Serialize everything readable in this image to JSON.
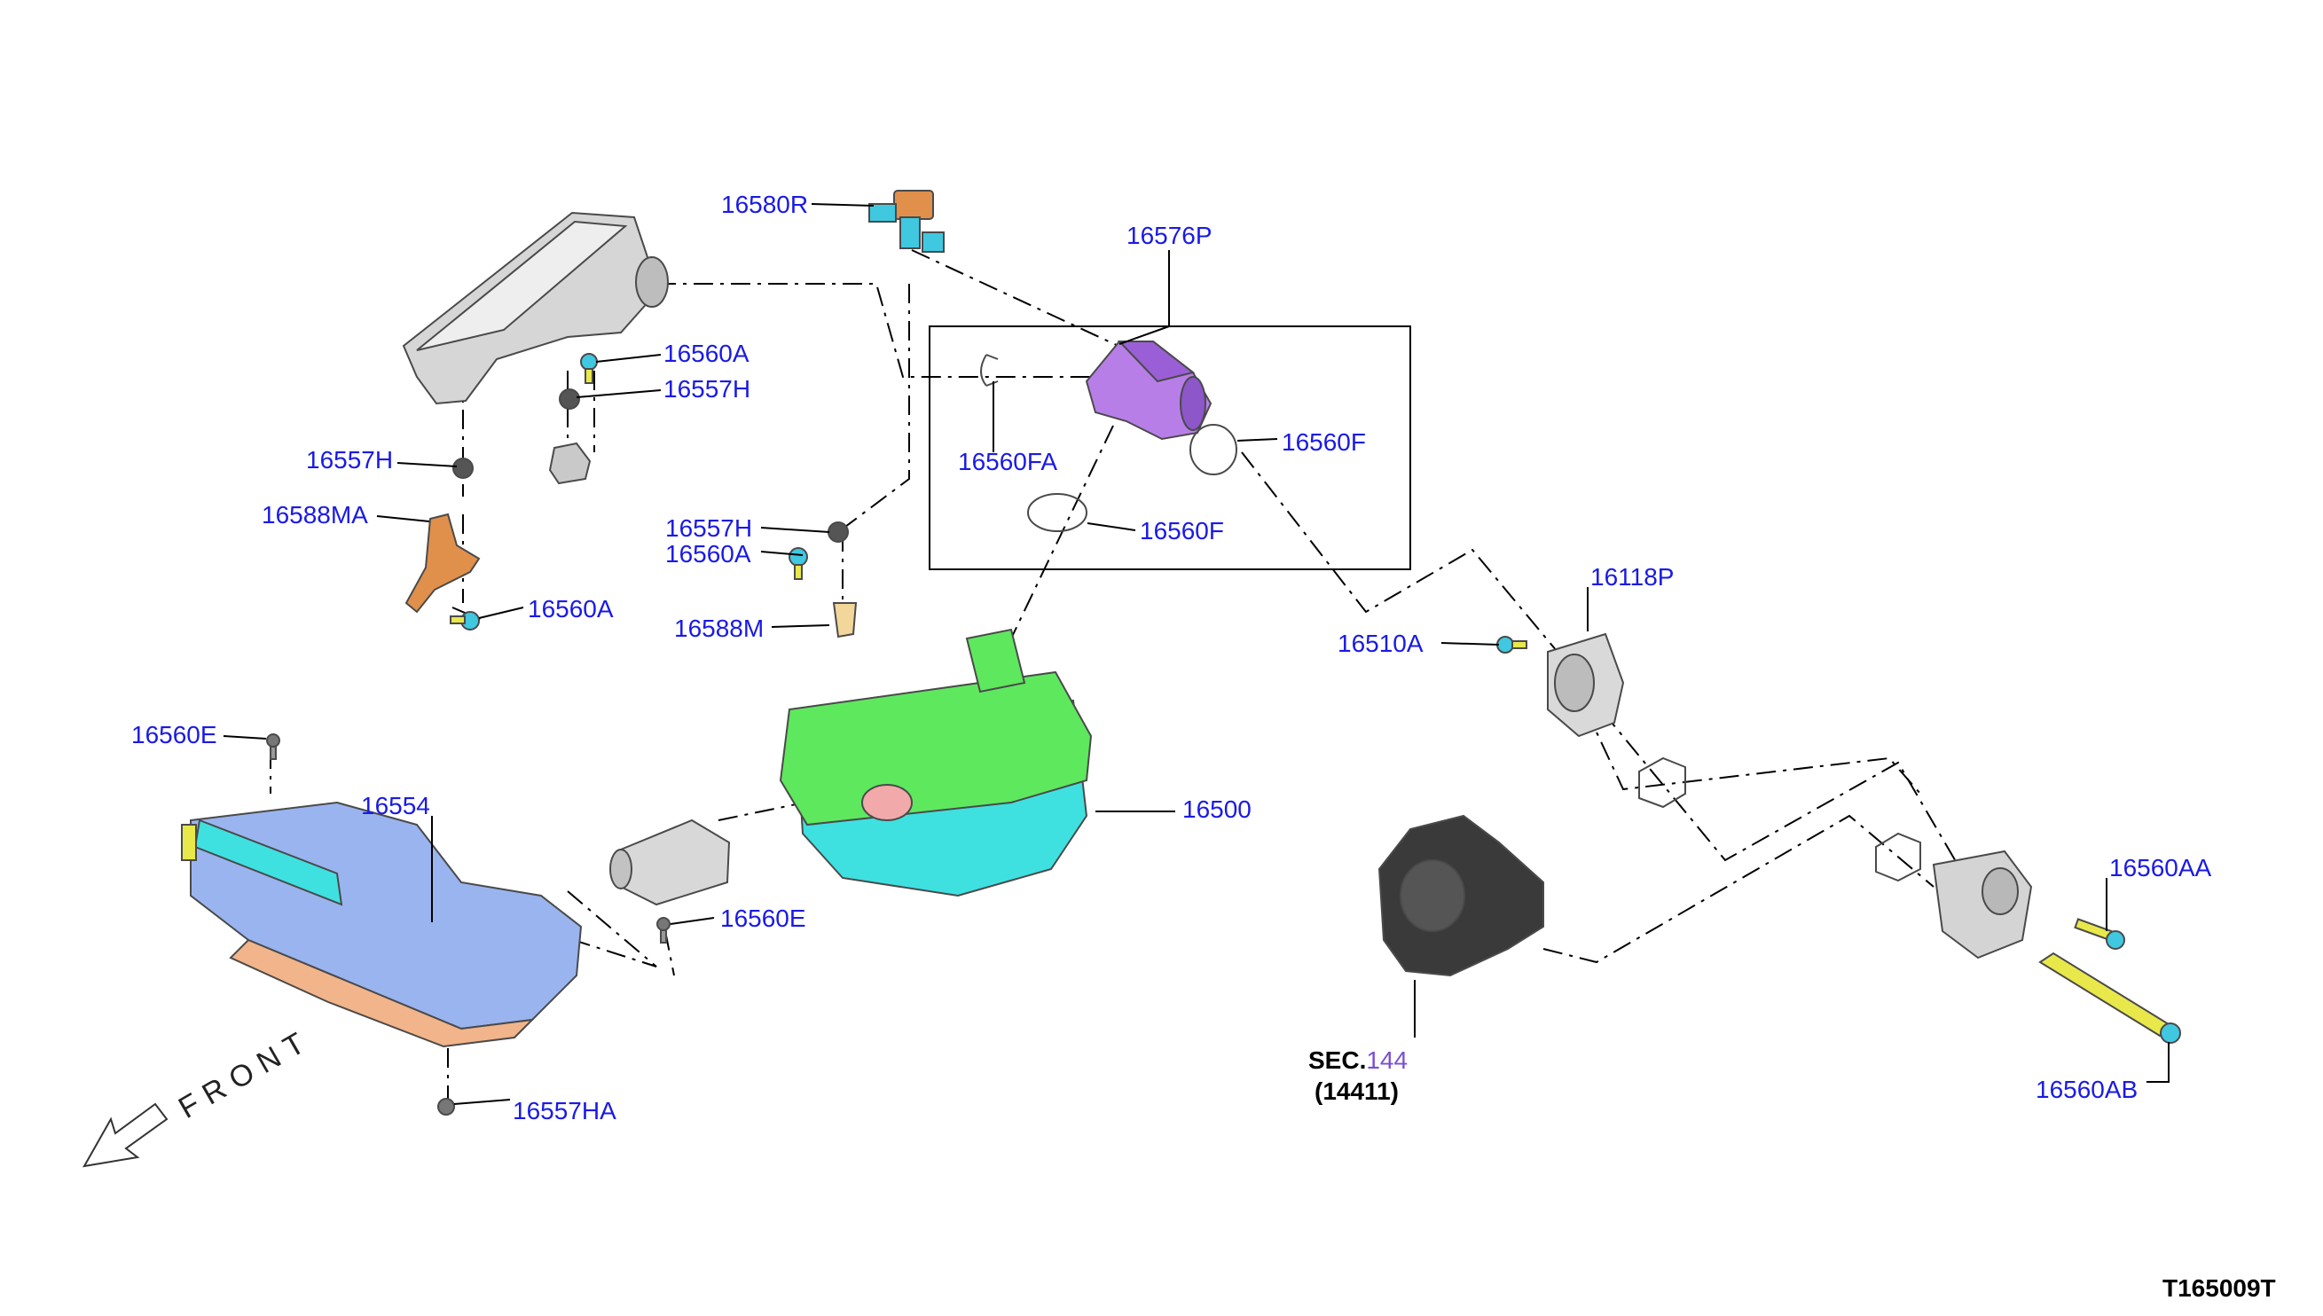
{
  "diagram": {
    "diagram_id": "T165009T",
    "front_label": "FRONT",
    "sec_reference": {
      "prefix": "SEC.",
      "number": "144",
      "sub": "(14411)"
    },
    "parts": [
      {
        "id": "p0",
        "label": "16580R"
      },
      {
        "id": "p1",
        "label": "16576P"
      },
      {
        "id": "p2",
        "label": "16560A"
      },
      {
        "id": "p3",
        "label": "16557H"
      },
      {
        "id": "p4",
        "label": "16557H"
      },
      {
        "id": "p5",
        "label": "16588MA"
      },
      {
        "id": "p6",
        "label": "16560A"
      },
      {
        "id": "p7",
        "label": "16560FA"
      },
      {
        "id": "p8",
        "label": "16560F"
      },
      {
        "id": "p9",
        "label": "16560F"
      },
      {
        "id": "p10",
        "label": "16557H"
      },
      {
        "id": "p11",
        "label": "16560A"
      },
      {
        "id": "p12",
        "label": "16588M"
      },
      {
        "id": "p13",
        "label": "16118P"
      },
      {
        "id": "p14",
        "label": "16510A"
      },
      {
        "id": "p15",
        "label": "16560E"
      },
      {
        "id": "p16",
        "label": "16554"
      },
      {
        "id": "p17",
        "label": "16500"
      },
      {
        "id": "p18",
        "label": "16560E"
      },
      {
        "id": "p19",
        "label": "16557HA"
      },
      {
        "id": "p20",
        "label": "16560AA"
      },
      {
        "id": "p21",
        "label": "16560AB"
      }
    ]
  },
  "colors": {
    "label": "#1a1ae6",
    "sec_number": "#7a4fd6",
    "air_cleaner": "#3fe0e0",
    "air_cleaner_top": "#5ee85e",
    "resonator": "#b87ee8",
    "duct": "#9ab4ef",
    "bracket": "#e0904a",
    "grey_part": "#cfcfcf",
    "turbo": "#3a3a3a"
  }
}
